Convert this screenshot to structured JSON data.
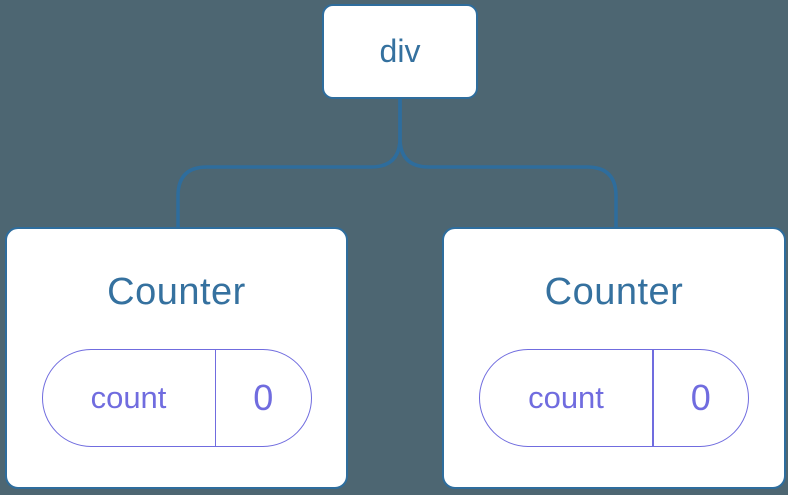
{
  "diagram": {
    "root_label": "div",
    "children": [
      {
        "title": "Counter",
        "state_key": "count",
        "state_value": "0"
      },
      {
        "title": "Counter",
        "state_key": "count",
        "state_value": "0"
      }
    ]
  },
  "colors": {
    "background": "#4d6672",
    "node_fill": "#ffffff",
    "line_blue": "#2e6d9d",
    "text_blue": "#35719f",
    "state_purple": "#706cdf"
  }
}
